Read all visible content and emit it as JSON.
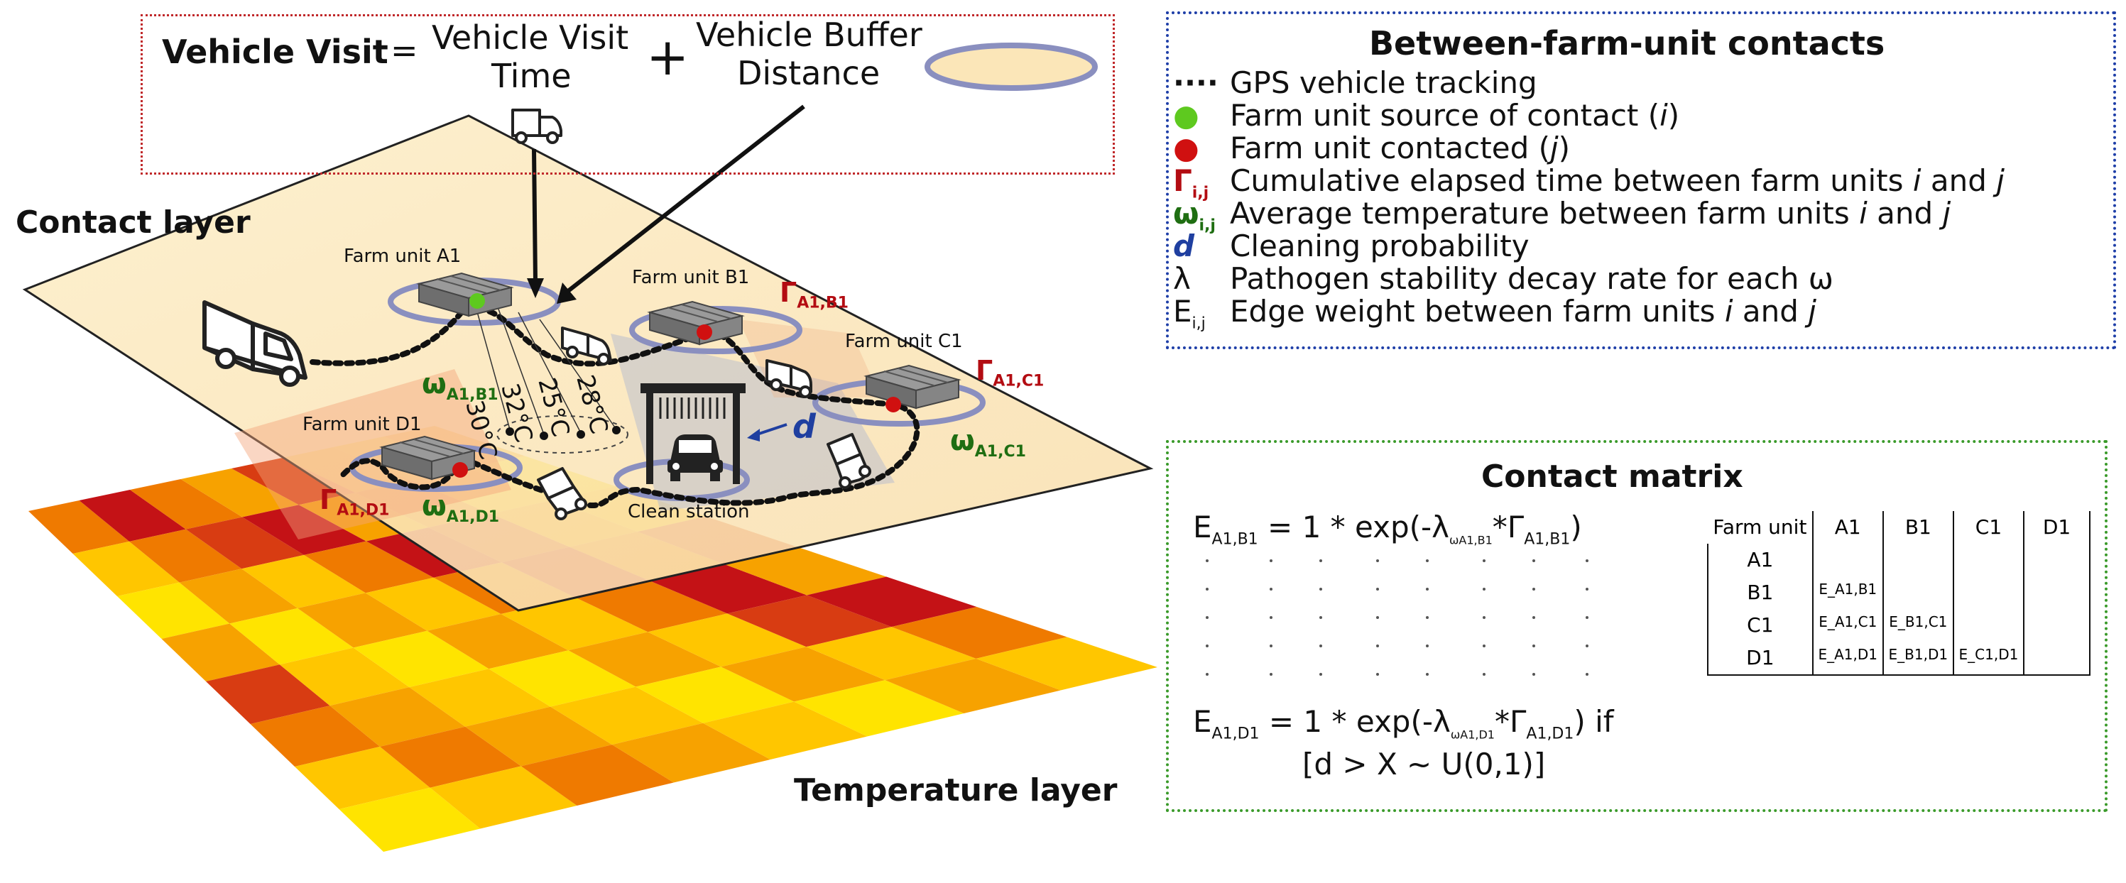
{
  "vehicle_visit": {
    "title": "Vehicle Visit",
    "equals": "=",
    "term1": [
      "Vehicle Visit",
      "Time"
    ],
    "plus": "+",
    "term2": [
      "Vehicle Buffer",
      "Distance"
    ]
  },
  "layers": {
    "contact": "Contact layer",
    "temperature": "Temperature layer"
  },
  "farm_units": {
    "a1": "Farm unit A1",
    "b1": "Farm unit B1",
    "c1": "Farm unit C1",
    "d1": "Farm unit D1",
    "clean_station": "Clean station"
  },
  "annotations": {
    "gamma_ab": "Γ",
    "gamma_ab_sub": "A1,B1",
    "gamma_ac": "Γ",
    "gamma_ac_sub": "A1,C1",
    "gamma_ad": "Γ",
    "gamma_ad_sub": "A1,D1",
    "omega_ab": "ω",
    "omega_ab_sub": "A1,B1",
    "omega_ac": "ω",
    "omega_ac_sub": "A1,C1",
    "omega_ad": "ω",
    "omega_ad_sub": "A1,D1",
    "d": "d",
    "temps": [
      "30°C",
      "32°C",
      "25°C",
      "28°C"
    ]
  },
  "legend": {
    "title": "Between-farm-unit contacts",
    "items": [
      {
        "symbol": "····",
        "text": "GPS vehicle tracking"
      },
      {
        "symbol": "●",
        "text_pre": "Farm unit source of contact (",
        "italic": "i",
        "text_post": ")"
      },
      {
        "symbol": "●",
        "text_pre": "Farm unit contacted (",
        "italic": "j",
        "text_post": ")"
      },
      {
        "symbol": "Γ",
        "sub": "i,j",
        "text_pre": "Cumulative elapsed time between farm units ",
        "italic": "i",
        "text_mid": " and ",
        "italic2": "j"
      },
      {
        "symbol": "ω",
        "sub": "i,j",
        "text_pre": "Average temperature between farm units ",
        "italic": "i",
        "text_mid": " and ",
        "italic2": "j"
      },
      {
        "symbol": "d",
        "text": "Cleaning probability"
      },
      {
        "symbol": "λ",
        "text": "Pathogen stability decay rate for each ω"
      },
      {
        "symbol": "E",
        "sub": "i,j",
        "text_pre": "Edge weight between farm units ",
        "italic": "i",
        "text_mid": " and ",
        "italic2": "j"
      }
    ],
    "colors": {
      "source": "#5ec91f",
      "contacted": "#d01010",
      "gamma": "#b30c12",
      "omega": "#1f6e12",
      "d": "#1f3fa0"
    }
  },
  "contact_matrix": {
    "title": "Contact matrix",
    "eq1": {
      "lhs": "E",
      "lhs_sub": "A1,B1",
      "body": " = 1 * exp(-λ",
      "lam_sub": "ωA1,B1",
      "mid": "*Γ",
      "gam_sub": "A1,B1",
      "end": ")"
    },
    "eq2": {
      "lhs": "E",
      "lhs_sub": "A1,D1",
      "body": " = 1 * exp(-λ",
      "lam_sub": "ωA1,D1",
      "mid": "*Γ",
      "gam_sub": "A1,D1",
      "end": ") if"
    },
    "eq2_cond": "[d > X ~ U(0,1)]",
    "table": {
      "headers": [
        "Farm unit",
        "A1",
        "B1",
        "C1",
        "D1"
      ],
      "rows": [
        [
          "A1",
          "",
          "",
          "",
          ""
        ],
        [
          "B1",
          "E_A1,B1",
          "",
          "",
          ""
        ],
        [
          "C1",
          "E_A1,C1",
          "E_B1,C1",
          "",
          ""
        ],
        [
          "D1",
          "E_A1,D1",
          "E_B1,D1",
          "E_C1,D1",
          ""
        ]
      ]
    }
  },
  "colors": {
    "visit_box_border": "#c0282a",
    "legend_box_border": "#1f3fa8",
    "matrix_box_border": "#3a9a2a",
    "contact_layer_fill": "#fbe6b8",
    "buffer_ring": "#8a8fbf",
    "heat": [
      "#ffe400",
      "#ffc600",
      "#f7a200",
      "#ef7a00",
      "#d83c12",
      "#c41216"
    ]
  }
}
